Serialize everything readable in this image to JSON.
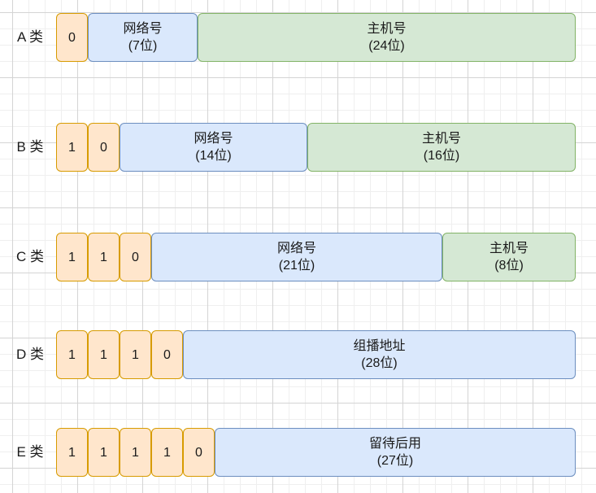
{
  "diagram": {
    "rows": [
      {
        "label": "A 类",
        "segments": [
          {
            "kind": "bit",
            "value": "0"
          },
          {
            "kind": "field",
            "color": "blue",
            "name": "网络号",
            "bits": "(7位)"
          },
          {
            "kind": "field",
            "color": "green",
            "name": "主机号",
            "bits": "(24位)"
          }
        ]
      },
      {
        "label": "B 类",
        "segments": [
          {
            "kind": "bit",
            "value": "1"
          },
          {
            "kind": "bit",
            "value": "0"
          },
          {
            "kind": "field",
            "color": "blue",
            "name": "网络号",
            "bits": "(14位)"
          },
          {
            "kind": "field",
            "color": "green",
            "name": "主机号",
            "bits": "(16位)"
          }
        ]
      },
      {
        "label": "C 类",
        "segments": [
          {
            "kind": "bit",
            "value": "1"
          },
          {
            "kind": "bit",
            "value": "1"
          },
          {
            "kind": "bit",
            "value": "0"
          },
          {
            "kind": "field",
            "color": "blue",
            "name": "网络号",
            "bits": "(21位)"
          },
          {
            "kind": "field",
            "color": "green",
            "name": "主机号",
            "bits": "(8位)"
          }
        ]
      },
      {
        "label": "D 类",
        "segments": [
          {
            "kind": "bit",
            "value": "1"
          },
          {
            "kind": "bit",
            "value": "1"
          },
          {
            "kind": "bit",
            "value": "1"
          },
          {
            "kind": "bit",
            "value": "0"
          },
          {
            "kind": "field",
            "color": "blue",
            "name": "组播地址",
            "bits": "(28位)"
          }
        ]
      },
      {
        "label": "E 类",
        "segments": [
          {
            "kind": "bit",
            "value": "1"
          },
          {
            "kind": "bit",
            "value": "1"
          },
          {
            "kind": "bit",
            "value": "1"
          },
          {
            "kind": "bit",
            "value": "1"
          },
          {
            "kind": "bit",
            "value": "0"
          },
          {
            "kind": "field",
            "color": "blue",
            "name": "留待后用",
            "bits": "(27位)"
          }
        ]
      }
    ],
    "colors": {
      "bit_fill": "#ffe6cc",
      "bit_stroke": "#d79b00",
      "network_fill": "#dae8fc",
      "network_stroke": "#6c8ebf",
      "host_fill": "#d5e8d4",
      "host_stroke": "#82b366"
    }
  }
}
